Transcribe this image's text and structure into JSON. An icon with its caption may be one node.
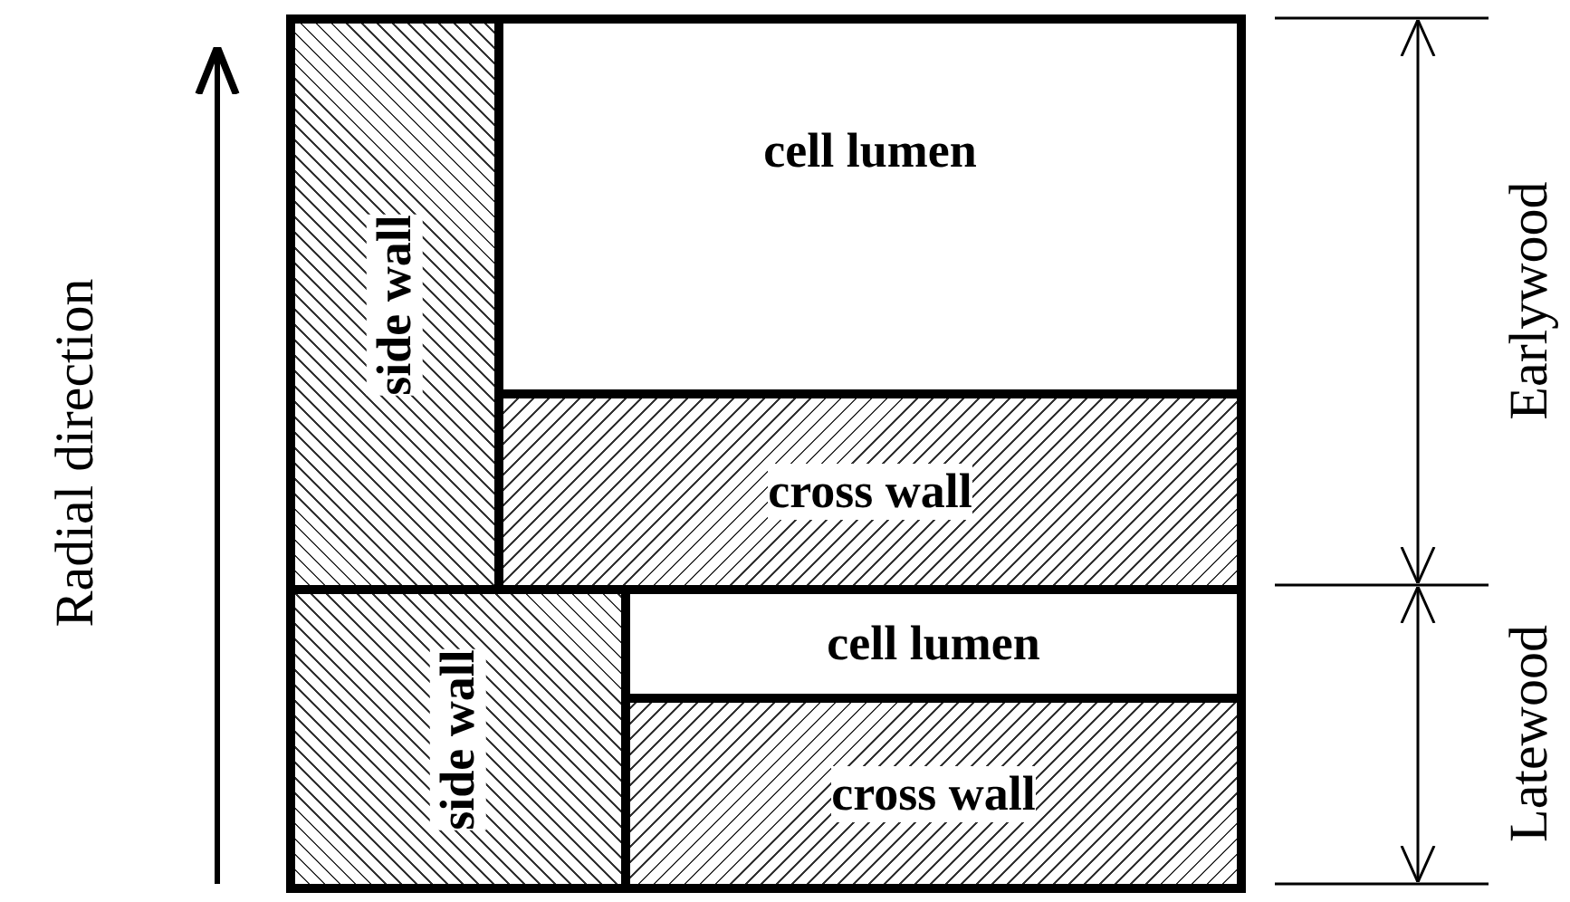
{
  "diagram": {
    "nodes": [
      {
        "text": [
          "side wall"
        ]
      },
      {
        "text": [
          "cell lumen"
        ]
      },
      {
        "text": [
          "cross wall"
        ]
      },
      {
        "text": [
          "side wall"
        ]
      },
      {
        "text": [
          "cell lumen"
        ]
      },
      {
        "text": [
          "cross wall"
        ]
      }
    ],
    "labels": [
      "Radial direction",
      "Earlywood",
      "Latewood"
    ]
  }
}
